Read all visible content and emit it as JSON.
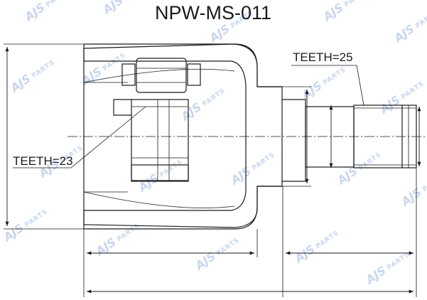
{
  "title": "NPW-MS-011",
  "labels": {
    "outer_teeth": "TEETH=25",
    "inner_teeth": "TEETH=23"
  },
  "watermark": {
    "brand": "AJS",
    "sub": "PARTS",
    "color": "#c9d6ef"
  },
  "colors": {
    "line": "#1a1a1a",
    "hatch": "#555555",
    "background": "#ffffff"
  }
}
